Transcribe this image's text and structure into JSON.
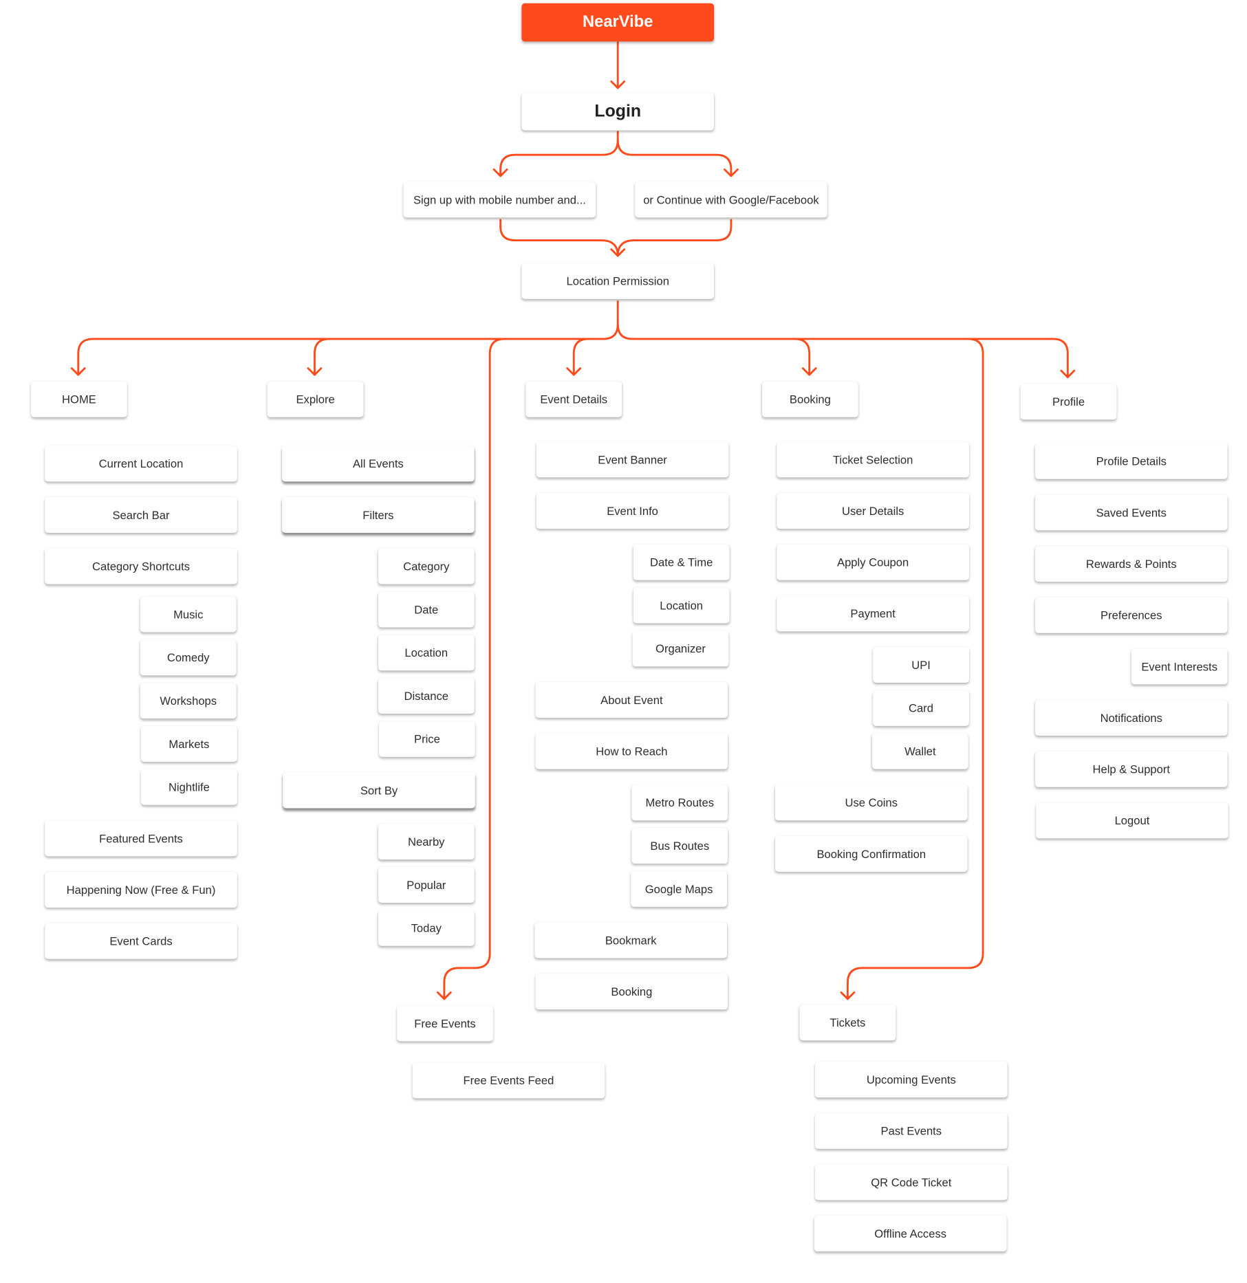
{
  "app": {
    "title": "NearVibe"
  },
  "auth": {
    "login": "Login",
    "signup": "Sign up with mobile number and...",
    "social": "or Continue with Google/Facebook",
    "location_permission": "Location Permission"
  },
  "home": {
    "title": "HOME",
    "items": [
      "Current Location",
      "Search Bar",
      "Category Shortcuts",
      "Music",
      "Comedy",
      "Workshops",
      "Markets",
      "Nightlife",
      "Featured Events",
      "Happening Now (Free & Fun)",
      "Event Cards"
    ]
  },
  "explore": {
    "title": "Explore",
    "items": [
      "All Events",
      "Filters",
      "Category",
      "Date",
      "Location",
      "Distance",
      "Price",
      "Sort By",
      "Nearby",
      "Popular",
      "Today"
    ]
  },
  "event_details": {
    "title": "Event Details",
    "items": [
      "Event Banner",
      "Event Info",
      "Date & Time",
      "Location",
      "Organizer",
      "About Event",
      "How to Reach",
      "Metro Routes",
      "Bus Routes",
      "Google Maps",
      "Bookmark",
      "Booking"
    ]
  },
  "booking": {
    "title": "Booking",
    "items": [
      "Ticket Selection",
      "User Details",
      "Apply Coupon",
      "Payment",
      "UPI",
      "Card",
      "Wallet",
      "Use Coins",
      "Booking Confirmation"
    ]
  },
  "profile": {
    "title": "Profile",
    "items": [
      "Profile Details",
      "Saved Events",
      "Rewards & Points",
      "Preferences",
      "Event Interests",
      "Notifications",
      "Help & Support",
      "Logout"
    ]
  },
  "free_events": {
    "title": "Free Events",
    "items": [
      "Free Events Feed"
    ]
  },
  "tickets": {
    "title": "Tickets",
    "items": [
      "Upcoming Events",
      "Past Events",
      "QR Code Ticket",
      "Offline Access"
    ]
  },
  "colors": {
    "accent": "#FF4A1C",
    "text": "#2e2e2e",
    "node_bg": "#ffffff"
  }
}
